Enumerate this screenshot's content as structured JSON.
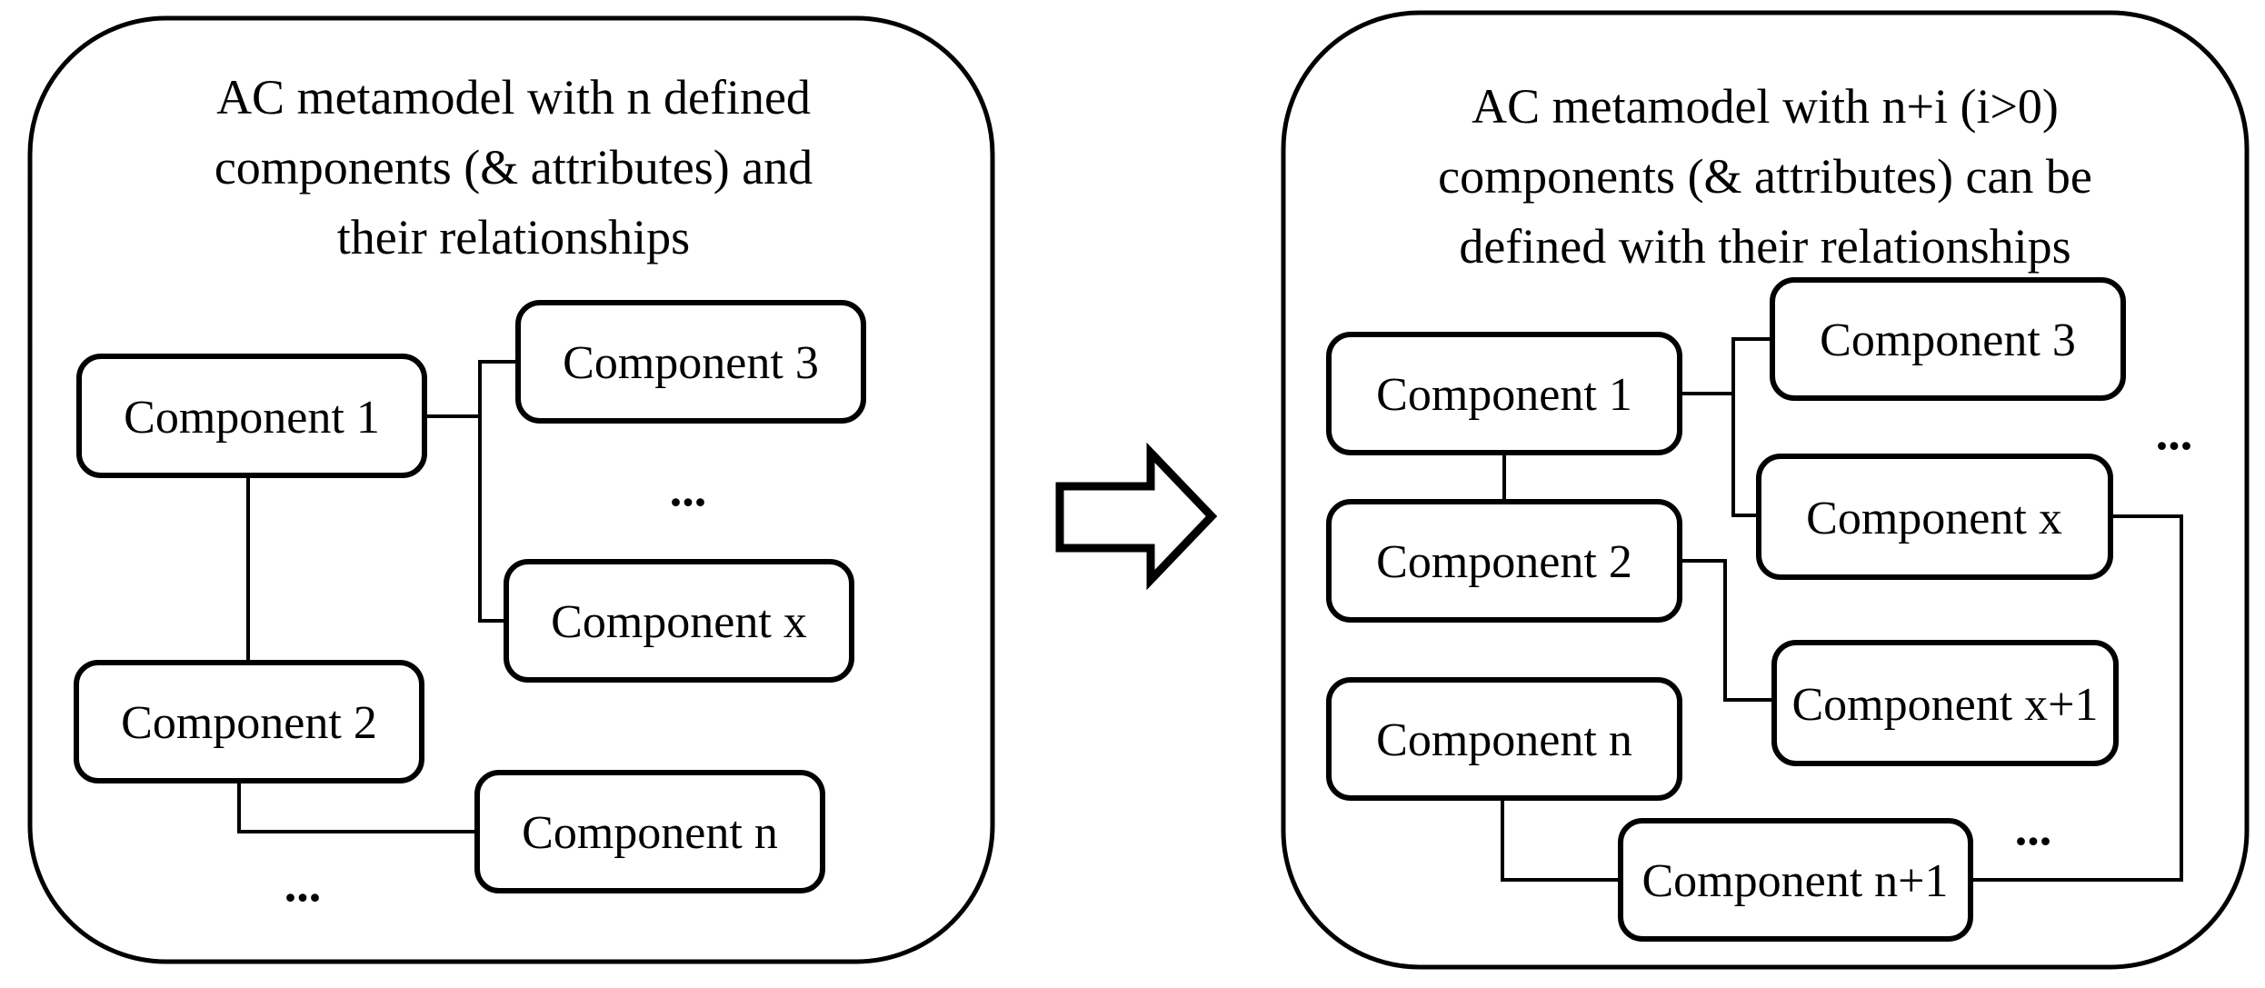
{
  "figure_type": "metamodel-transformation-diagram",
  "colors": {
    "ink": "#000000",
    "paper": "#ffffff"
  },
  "arrow": {
    "icon": "right-block-arrow"
  },
  "left_panel": {
    "title_lines": [
      "AC metamodel with n defined",
      "components (& attributes) and",
      "their relationships"
    ],
    "nodes": {
      "c1": {
        "label": "Component 1"
      },
      "c2": {
        "label": "Component 2"
      },
      "c3": {
        "label": "Component 3"
      },
      "cx": {
        "label": "Component x"
      },
      "cn": {
        "label": "Component n"
      }
    },
    "ellipsis_mid": "...",
    "ellipsis_bottom": "..."
  },
  "right_panel": {
    "title_lines": [
      "AC metamodel with n+i (i>0)",
      "components (& attributes) can be",
      "defined with their relationships"
    ],
    "nodes": {
      "c1": {
        "label": "Component 1"
      },
      "c2": {
        "label": "Component 2"
      },
      "c3": {
        "label": "Component 3"
      },
      "cx": {
        "label": "Component x"
      },
      "cx1": {
        "label": "Component x+1"
      },
      "cn": {
        "label": "Component n"
      },
      "cn1": {
        "label": "Component n+1"
      }
    },
    "ellipsis_mid": "...",
    "ellipsis_bottom": "..."
  }
}
